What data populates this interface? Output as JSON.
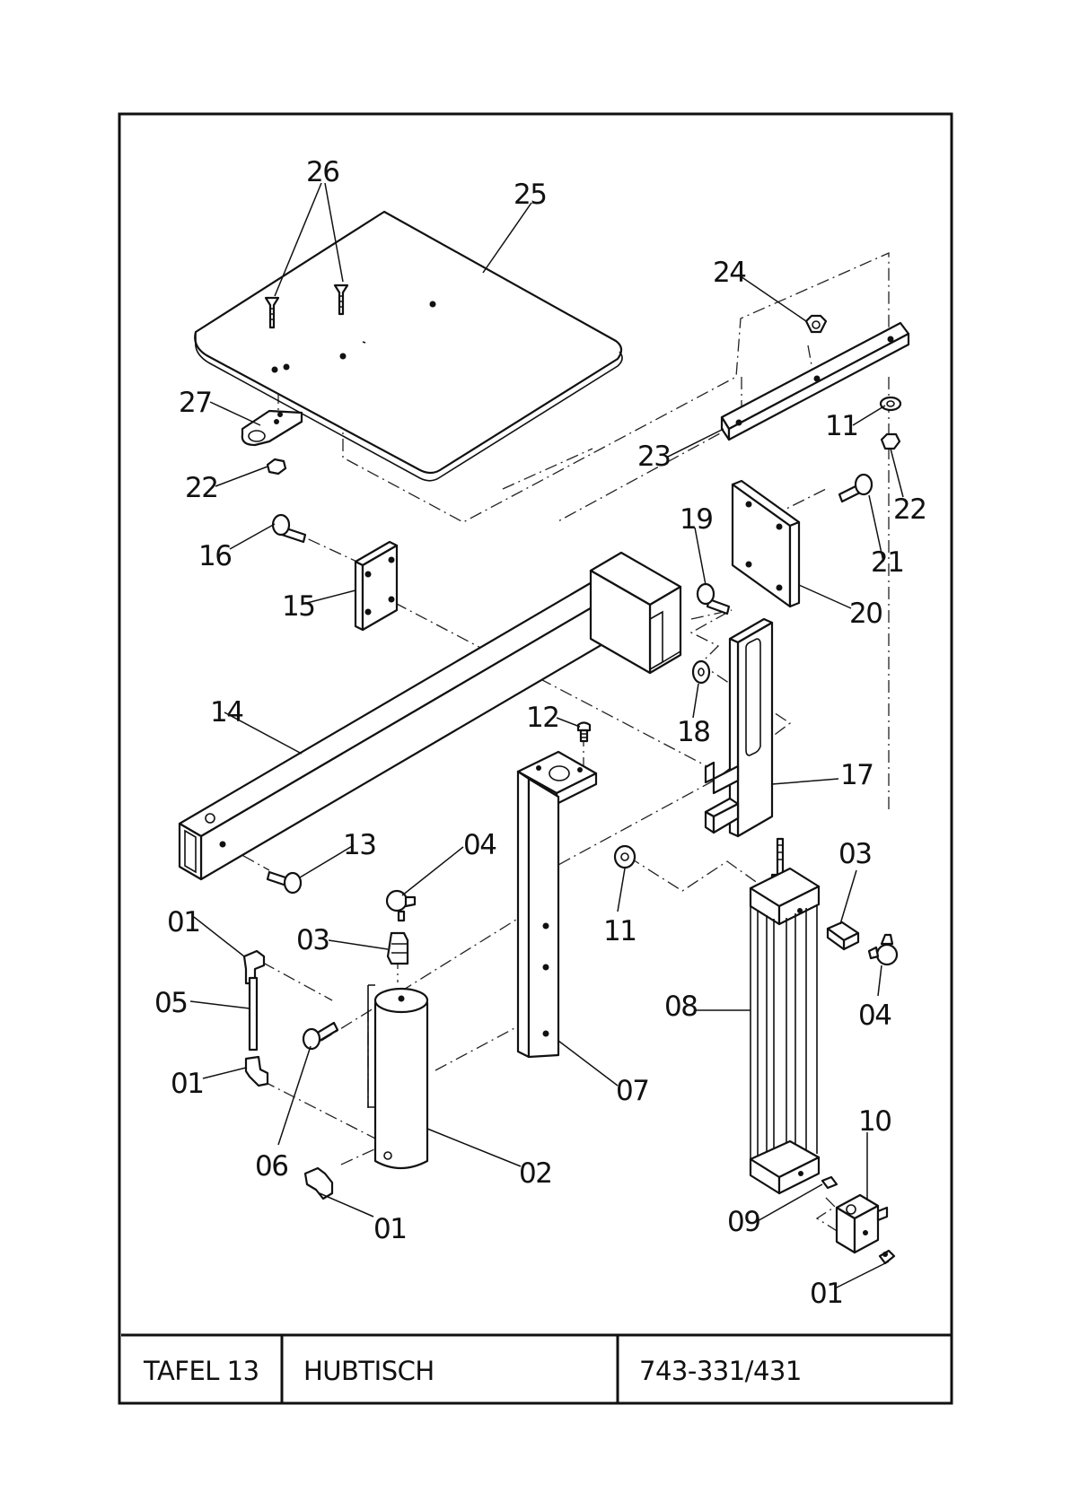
{
  "title_block": {
    "sheet": "TAFEL 13",
    "name": "HUBTISCH",
    "number": "743-331/431"
  },
  "callouts": {
    "c26": "26",
    "c25": "25",
    "c24": "24",
    "c27": "27",
    "c22a": "22",
    "c23": "23",
    "c11a": "11",
    "c22b": "22",
    "c16": "16",
    "c15": "15",
    "c19": "19",
    "c21": "21",
    "c20": "20",
    "c14": "14",
    "c18": "18",
    "c12": "12",
    "c17": "17",
    "c13": "13",
    "c04a": "04",
    "c03a": "03",
    "c01a": "01",
    "c03b": "03",
    "c11b": "11",
    "c05": "05",
    "c08": "08",
    "c04b": "04",
    "c01b": "01",
    "c07": "07",
    "c06": "06",
    "c02": "02",
    "c10": "10",
    "c01c": "01",
    "c09": "09",
    "c01d": "01"
  }
}
